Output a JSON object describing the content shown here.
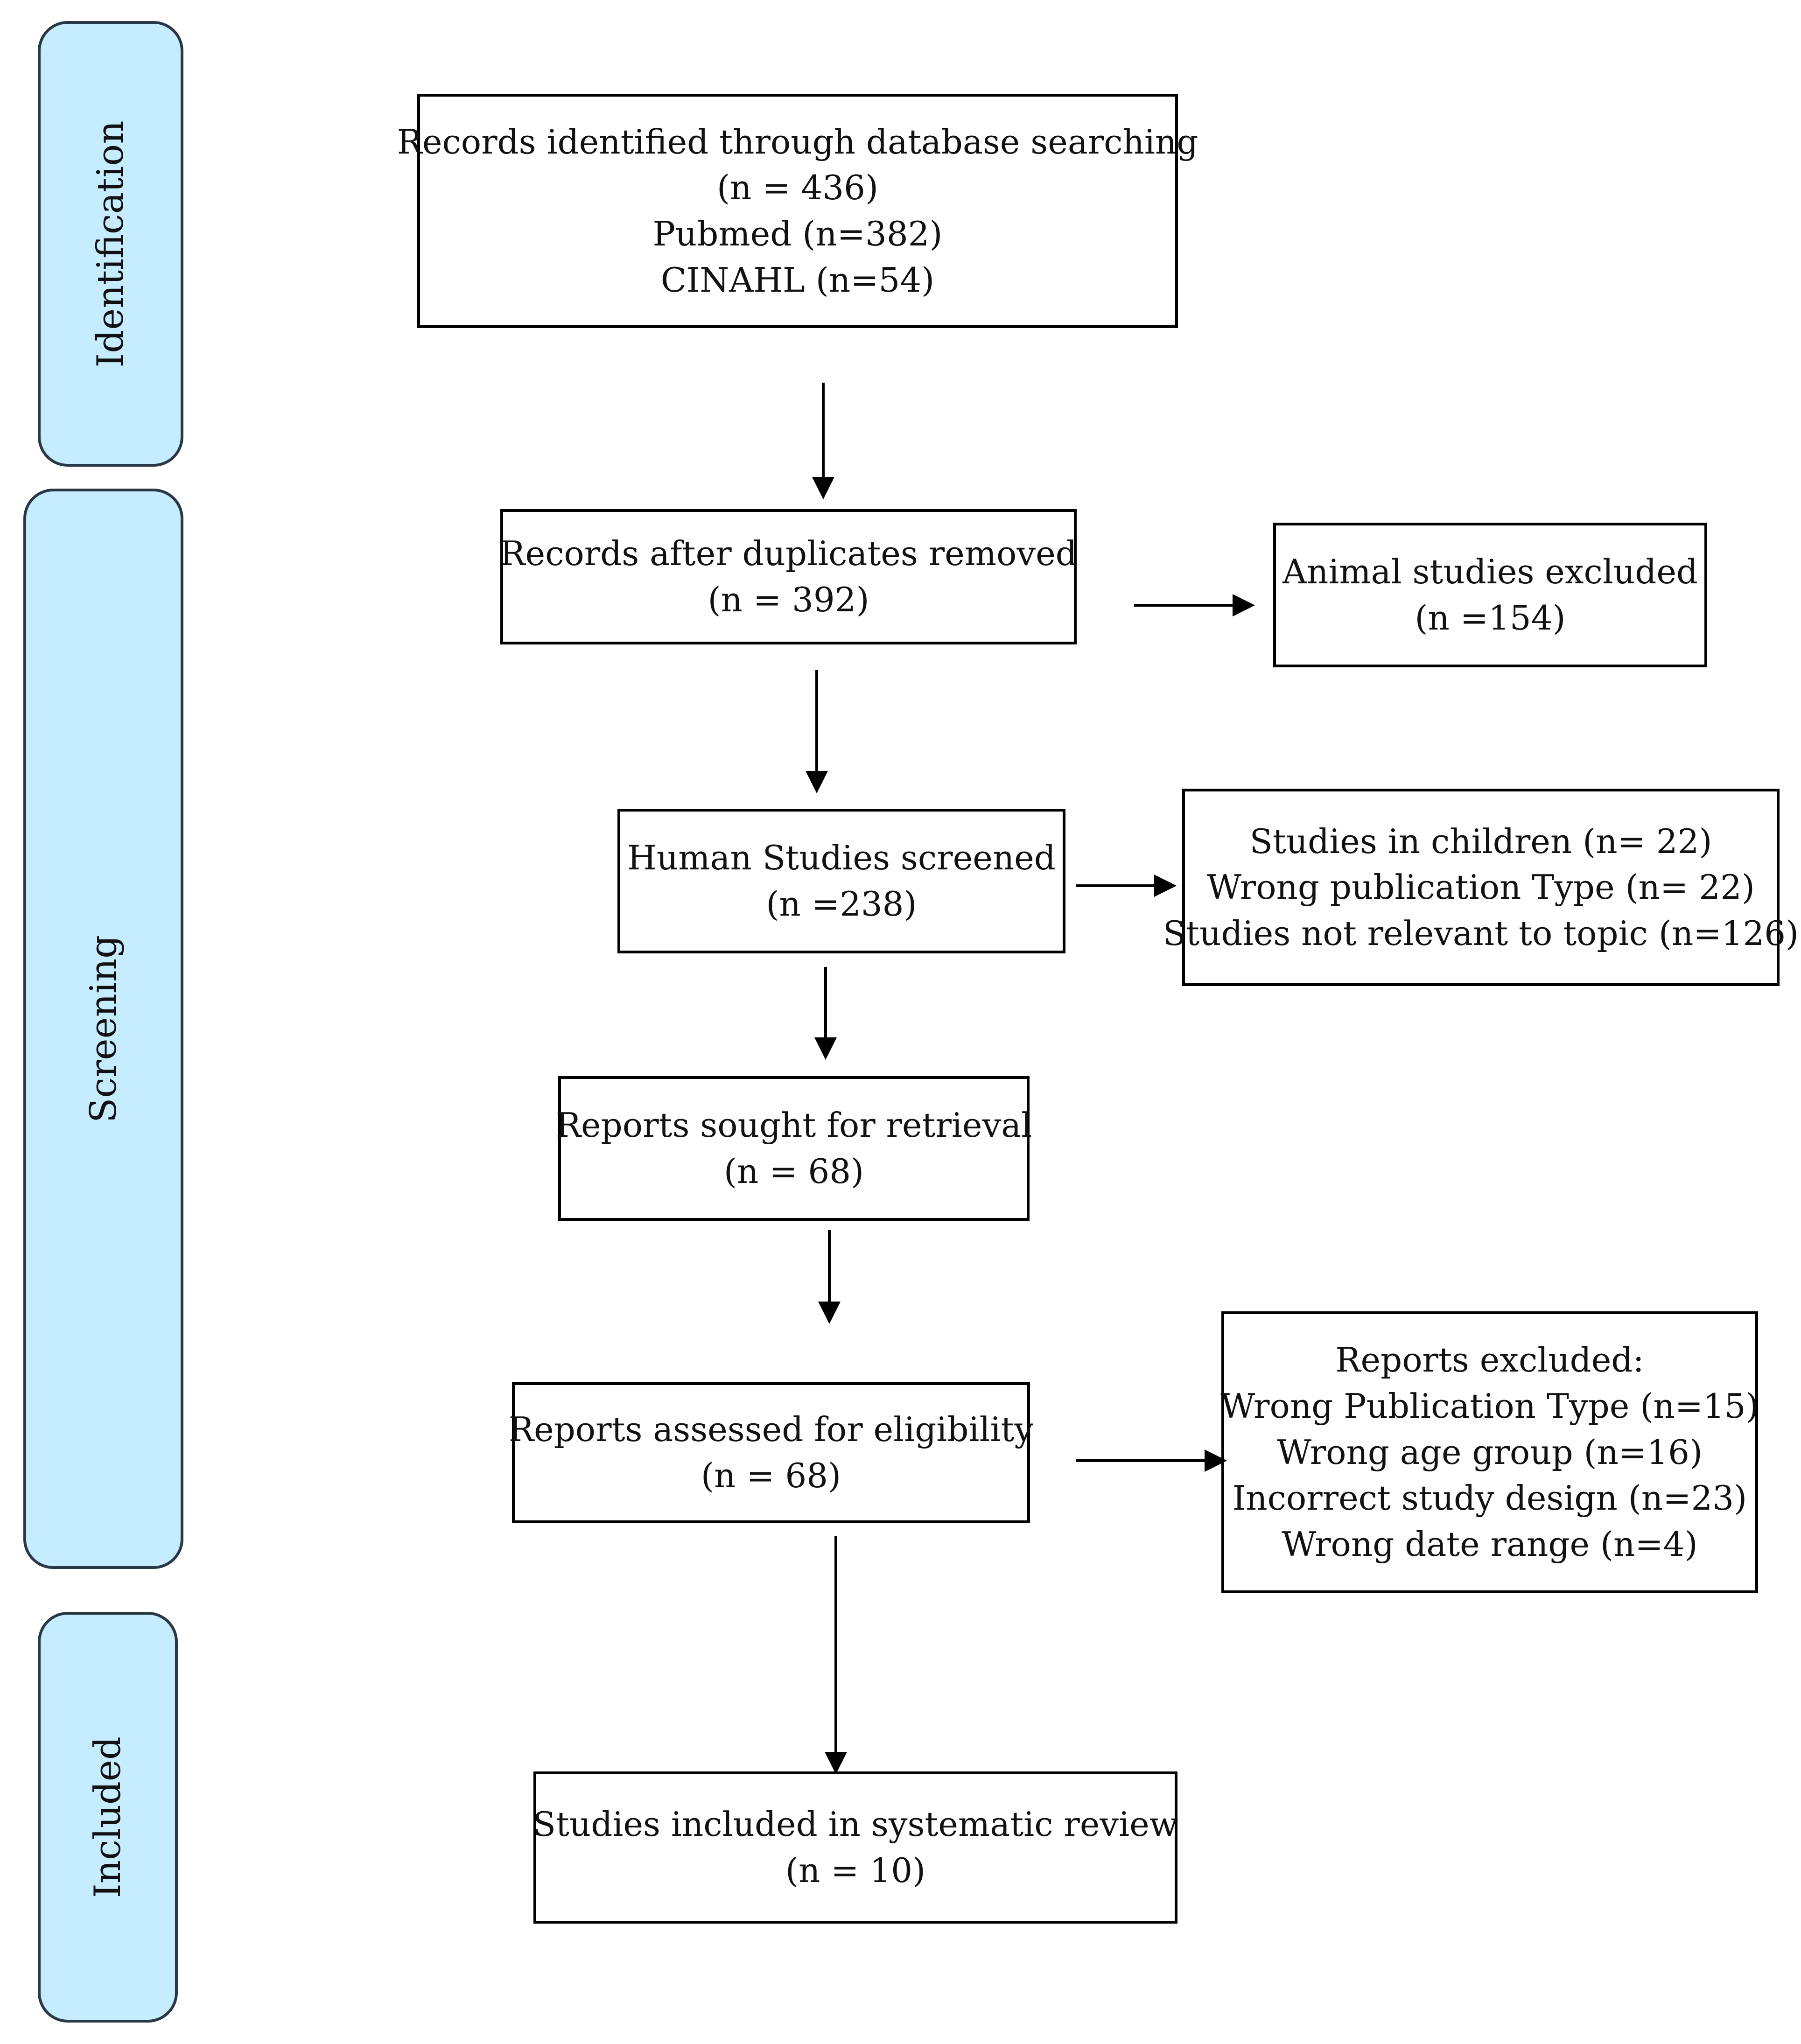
{
  "phases": {
    "identification": "Identification",
    "screening": "Screening",
    "included": "Included"
  },
  "boxes": {
    "identified": {
      "lines": [
        "Records identified through database searching",
        "(n = 436)",
        "Pubmed (n=382)",
        "CINAHL (n=54)"
      ]
    },
    "after_duplicates": {
      "lines": [
        "Records after duplicates removed",
        "(n = 392)"
      ]
    },
    "animal_excluded": {
      "lines": [
        "Animal studies excluded",
        "(n =154)"
      ]
    },
    "human_screened": {
      "lines": [
        "Human Studies screened",
        "(n =238)"
      ]
    },
    "screen_excluded": {
      "lines": [
        "Studies in children (n= 22)",
        "Wrong publication Type (n= 22)",
        "Studies not relevant to topic (n=126)"
      ]
    },
    "sought": {
      "lines": [
        "Reports sought for retrieval",
        "(n = 68)"
      ]
    },
    "assessed": {
      "lines": [
        "Reports assessed for eligibility",
        "(n = 68)"
      ]
    },
    "reports_excluded": {
      "lines": [
        "Reports excluded:",
        "Wrong Publication Type (n=15)",
        "Wrong age group (n=16)",
        "Incorrect study design (n=23)",
        "Wrong date range (n=4)"
      ]
    },
    "included": {
      "lines": [
        "Studies included in systematic review",
        "(n = 10)"
      ]
    }
  }
}
